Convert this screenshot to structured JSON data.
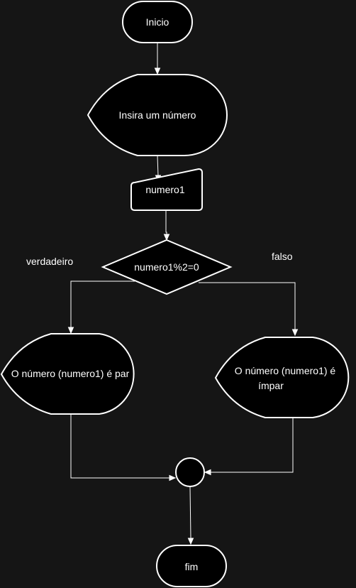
{
  "nodes": {
    "start": "Inicio",
    "display_prompt": "Insira um número",
    "input": "numero1",
    "decision": "numero1%2=0",
    "display_even": "O número (numero1) é par",
    "display_odd_line1": "O número (numero1) é",
    "display_odd_line2": "ímpar",
    "end": "fim"
  },
  "branch_labels": {
    "true": "verdadeiro",
    "false": "falso"
  },
  "colors": {
    "background": "#151515",
    "shape_fill": "#000000",
    "stroke": "#ffffff",
    "text": "#ffffff"
  }
}
